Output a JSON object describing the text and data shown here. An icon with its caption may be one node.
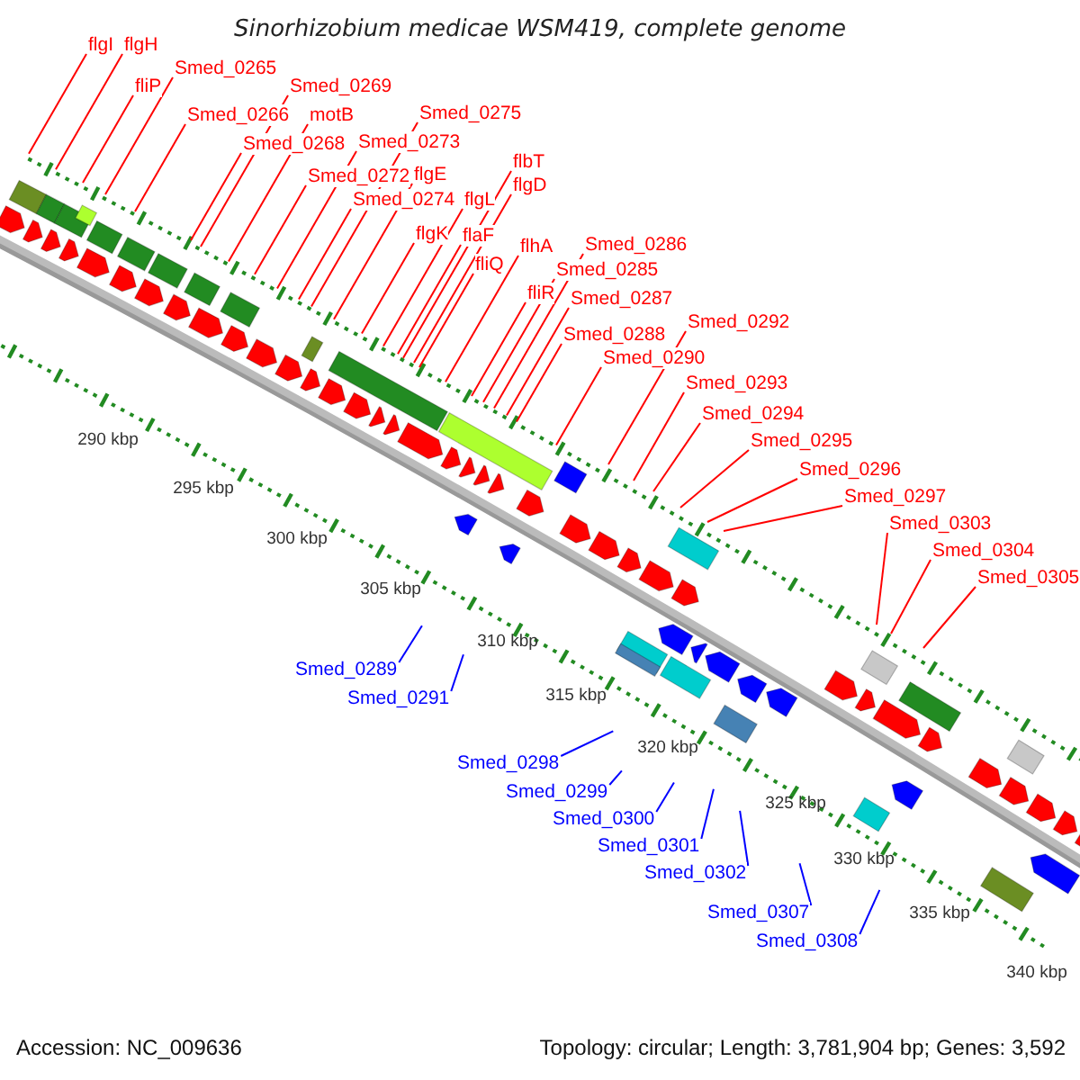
{
  "diagram": {
    "title": "Sinorhizobium medicae WSM419, complete genome",
    "nodes": [
      {
        "text": [
          "flgI"
        ]
      },
      {
        "text": [
          "flgH"
        ]
      },
      {
        "text": [
          "Smed_0265"
        ]
      },
      {
        "text": [
          "fliP"
        ]
      },
      {
        "text": [
          "Smed_0269"
        ]
      },
      {
        "text": [
          "Smed_0266"
        ]
      },
      {
        "text": [
          "motB"
        ]
      },
      {
        "text": [
          "Smed_0275"
        ]
      },
      {
        "text": [
          "Smed_0268"
        ]
      },
      {
        "text": [
          "Smed_0273"
        ]
      },
      {
        "text": [
          "flbT"
        ]
      },
      {
        "text": [
          "flgE"
        ]
      },
      {
        "text": [
          "Smed_0272"
        ]
      },
      {
        "text": [
          "flgD"
        ]
      },
      {
        "text": [
          "Smed_0274"
        ]
      },
      {
        "text": [
          "flgL"
        ]
      },
      {
        "text": [
          "flgK"
        ]
      },
      {
        "text": [
          "flaF"
        ]
      },
      {
        "text": [
          "flhA"
        ]
      },
      {
        "text": [
          "Smed_0286"
        ]
      },
      {
        "text": [
          "fliQ"
        ]
      },
      {
        "text": [
          "Smed_0285"
        ]
      },
      {
        "text": [
          "fliR"
        ]
      },
      {
        "text": [
          "Smed_0287"
        ]
      },
      {
        "text": [
          "Smed_0292"
        ]
      },
      {
        "text": [
          "Smed_0288"
        ]
      },
      {
        "text": [
          "Smed_0290"
        ]
      },
      {
        "text": [
          "Smed_0293"
        ]
      },
      {
        "text": [
          "Smed_0294"
        ]
      },
      {
        "text": [
          "Smed_0295"
        ]
      },
      {
        "text": [
          "Smed_0296"
        ]
      },
      {
        "text": [
          "Smed_0297"
        ]
      },
      {
        "text": [
          "Smed_0303"
        ]
      },
      {
        "text": [
          "Smed_0304"
        ]
      },
      {
        "text": [
          "Smed_0305"
        ]
      },
      {
        "text": [
          "Smed_0289"
        ]
      },
      {
        "text": [
          "Smed_0291"
        ]
      },
      {
        "text": [
          "Smed_0298"
        ]
      },
      {
        "text": [
          "Smed_0299"
        ]
      },
      {
        "text": [
          "Smed_0300"
        ]
      },
      {
        "text": [
          "Smed_0301"
        ]
      },
      {
        "text": [
          "Smed_0302"
        ]
      },
      {
        "text": [
          "Smed_0307"
        ]
      },
      {
        "text": [
          "Smed_0308"
        ]
      }
    ],
    "edges": [
      {
        "from": 0,
        "to": null,
        "arrow": "none"
      },
      {
        "from": 1,
        "to": null,
        "arrow": "none"
      },
      {
        "from": 2,
        "to": null,
        "arrow": "none"
      },
      {
        "from": 3,
        "to": null,
        "arrow": "none"
      },
      {
        "from": 4,
        "to": null,
        "arrow": "none"
      },
      {
        "from": 5,
        "to": null,
        "arrow": "none"
      },
      {
        "from": 6,
        "to": null,
        "arrow": "none"
      },
      {
        "from": 7,
        "to": null,
        "arrow": "none"
      },
      {
        "from": 8,
        "to": null,
        "arrow": "none"
      },
      {
        "from": 9,
        "to": null,
        "arrow": "none"
      },
      {
        "from": 10,
        "to": null,
        "arrow": "none"
      },
      {
        "from": 11,
        "to": null,
        "arrow": "none"
      },
      {
        "from": 12,
        "to": null,
        "arrow": "none"
      },
      {
        "from": 13,
        "to": null,
        "arrow": "none"
      },
      {
        "from": 14,
        "to": null,
        "arrow": "none"
      },
      {
        "from": 15,
        "to": null,
        "arrow": "none"
      },
      {
        "from": 16,
        "to": null,
        "arrow": "none"
      },
      {
        "from": 17,
        "to": null,
        "arrow": "none"
      },
      {
        "from": 18,
        "to": null,
        "arrow": "none"
      },
      {
        "from": 19,
        "to": null,
        "arrow": "none"
      },
      {
        "from": 20,
        "to": null,
        "arrow": "none"
      },
      {
        "from": 21,
        "to": null,
        "arrow": "none"
      },
      {
        "from": 22,
        "to": null,
        "arrow": "none"
      },
      {
        "from": 23,
        "to": null,
        "arrow": "none"
      },
      {
        "from": 24,
        "to": null,
        "arrow": "none"
      },
      {
        "from": 25,
        "to": null,
        "arrow": "none"
      },
      {
        "from": 26,
        "to": null,
        "arrow": "none"
      },
      {
        "from": 27,
        "to": null,
        "arrow": "none"
      },
      {
        "from": 28,
        "to": null,
        "arrow": "none"
      },
      {
        "from": 29,
        "to": null,
        "arrow": "none"
      },
      {
        "from": 30,
        "to": null,
        "arrow": "none"
      },
      {
        "from": 31,
        "to": null,
        "arrow": "none"
      },
      {
        "from": 32,
        "to": null,
        "arrow": "none"
      },
      {
        "from": 33,
        "to": null,
        "arrow": "none"
      },
      {
        "from": 34,
        "to": null,
        "arrow": "none"
      },
      {
        "from": 35,
        "to": null,
        "arrow": "none",
        "color": "#0000ff"
      },
      {
        "from": 36,
        "to": null,
        "arrow": "none",
        "color": "#0000ff"
      },
      {
        "from": 37,
        "to": null,
        "arrow": "none",
        "color": "#0000ff"
      },
      {
        "from": 38,
        "to": null,
        "arrow": "none",
        "color": "#0000ff"
      },
      {
        "from": 39,
        "to": null,
        "arrow": "none",
        "color": "#0000ff"
      },
      {
        "from": 40,
        "to": null,
        "arrow": "none",
        "color": "#0000ff"
      },
      {
        "from": 41,
        "to": null,
        "arrow": "none",
        "color": "#0000ff"
      },
      {
        "from": 42,
        "to": null,
        "arrow": "none",
        "color": "#0000ff"
      },
      {
        "from": 43,
        "to": null,
        "arrow": "none",
        "color": "#0000ff"
      }
    ],
    "labels": [
      "290 kbp",
      "295 kbp",
      "300 kbp",
      "305 kbp",
      "310 kbp",
      "315 kbp",
      "320 kbp",
      "325 kbp",
      "330 kbp",
      "335 kbp",
      "340 kbp",
      "Accession: NC_009636",
      "Topology: circular; Length: 3,781,904 bp; Genes: 3,592"
    ]
  }
}
